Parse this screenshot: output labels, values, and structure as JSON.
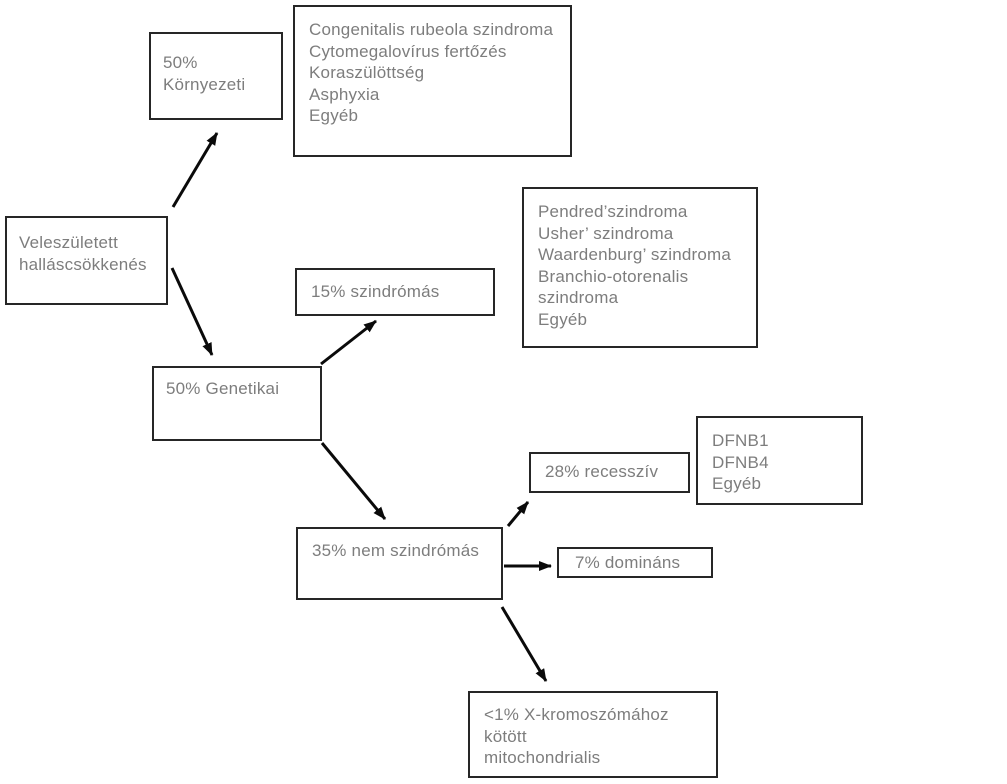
{
  "diagram": {
    "nodes": {
      "root": {
        "label": "Veleszületett halláscsökkenés"
      },
      "environmental": {
        "label": "50% Környezeti"
      },
      "environmental_causes": {
        "items": [
          "Congenitalis rubeola szindroma",
          "Cytomegalovírus fertőzés",
          "Koraszülöttség",
          "Asphyxia",
          "Egyéb"
        ]
      },
      "genetic": {
        "label": "50% Genetikai"
      },
      "syndromic": {
        "label": "15% szindrómás"
      },
      "syndromic_causes": {
        "items": [
          "Pendred’szindroma",
          "Usher’ szindroma",
          "Waardenburg’ szindroma",
          "Branchio-otorenalis szindroma",
          "Egyéb"
        ]
      },
      "nonsyndromic": {
        "label": "35% nem szindrómás"
      },
      "recessive": {
        "label": "28% recesszív"
      },
      "recessive_genes": {
        "items": [
          "DFNB1",
          "DFNB4",
          "Egyéb"
        ]
      },
      "dominant": {
        "label": "7% domináns"
      },
      "xlinked_mito": {
        "items": [
          "<1% X-kromoszómához kötött",
          "mitochondrialis"
        ]
      }
    },
    "edges": [
      {
        "from": "root",
        "to": "environmental"
      },
      {
        "from": "root",
        "to": "genetic"
      },
      {
        "from": "genetic",
        "to": "syndromic"
      },
      {
        "from": "genetic",
        "to": "nonsyndromic"
      },
      {
        "from": "nonsyndromic",
        "to": "recessive"
      },
      {
        "from": "nonsyndromic",
        "to": "dominant"
      },
      {
        "from": "nonsyndromic",
        "to": "xlinked_mito"
      }
    ],
    "colors": {
      "border": "#262626",
      "text": "#7d7d7d",
      "arrow": "#0a0a0a",
      "background": "#ffffff"
    }
  }
}
